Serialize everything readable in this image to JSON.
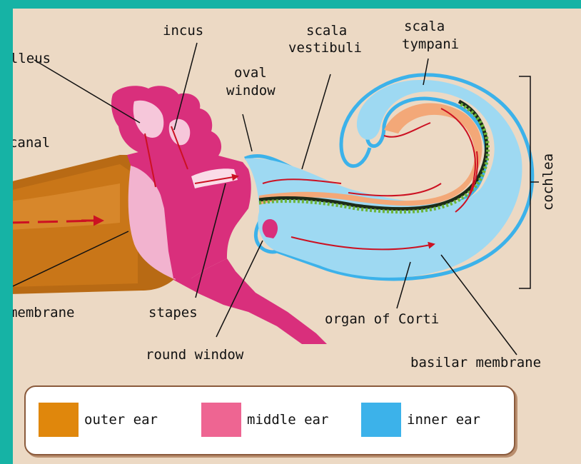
{
  "labels": {
    "incus": "incus",
    "malleus": "malleus",
    "scala_vestibuli_1": "scala",
    "scala_vestibuli_2": "vestibuli",
    "scala_tympani_1": "scala",
    "scala_tympani_2": "tympani",
    "oval_window_1": "oval",
    "oval_window_2": "window",
    "auditory_canal": "auditory canal",
    "cochlea": "cochlea",
    "tympanic_membrane": "tympanic membrane",
    "stapes": "stapes",
    "organ_of_corti": "organ of Corti",
    "round_window": "round window",
    "basilar_membrane": "basilar membrane"
  },
  "legend": [
    {
      "label": "outer ear",
      "color": "#e0870c"
    },
    {
      "label": "middle ear",
      "color": "#ee6592"
    },
    {
      "label": "inner ear",
      "color": "#3cb2ea"
    }
  ],
  "colors": {
    "background": "#16b3a5",
    "panel": "#ecd9c4",
    "outer_ear": "#c97618",
    "middle_ear": "#d92f7c",
    "inner_ear": "#9ed9f2",
    "inner_ear_border": "#3cb2ea",
    "perilymph": "#f3a878",
    "arrows": "#cc1122"
  }
}
